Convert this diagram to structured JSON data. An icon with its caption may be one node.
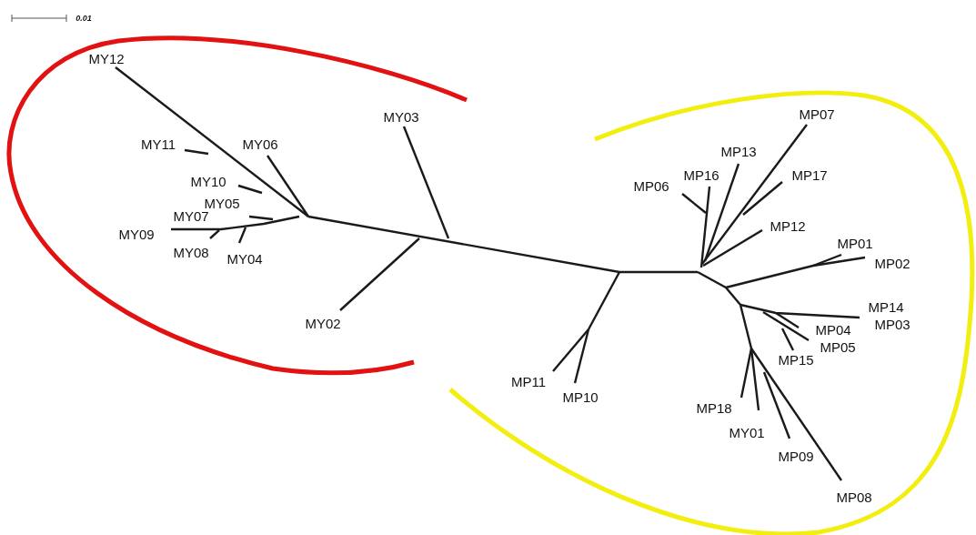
{
  "diagram": {
    "labels": [
      "0.01",
      "MY12",
      "MY03",
      "MP07",
      "MY11",
      "MY06",
      "MP13",
      "MP16",
      "MP17",
      "MY10",
      "MP06",
      "MY05",
      "MY07",
      "MP12",
      "MY09",
      "MP01",
      "MY08",
      "MY04",
      "MP02",
      "MP14",
      "MY02",
      "MP03",
      "MP04",
      "MP05",
      "MP15",
      "MP11",
      "MP10",
      "MP18",
      "MY01",
      "MP09",
      "MP08"
    ]
  }
}
